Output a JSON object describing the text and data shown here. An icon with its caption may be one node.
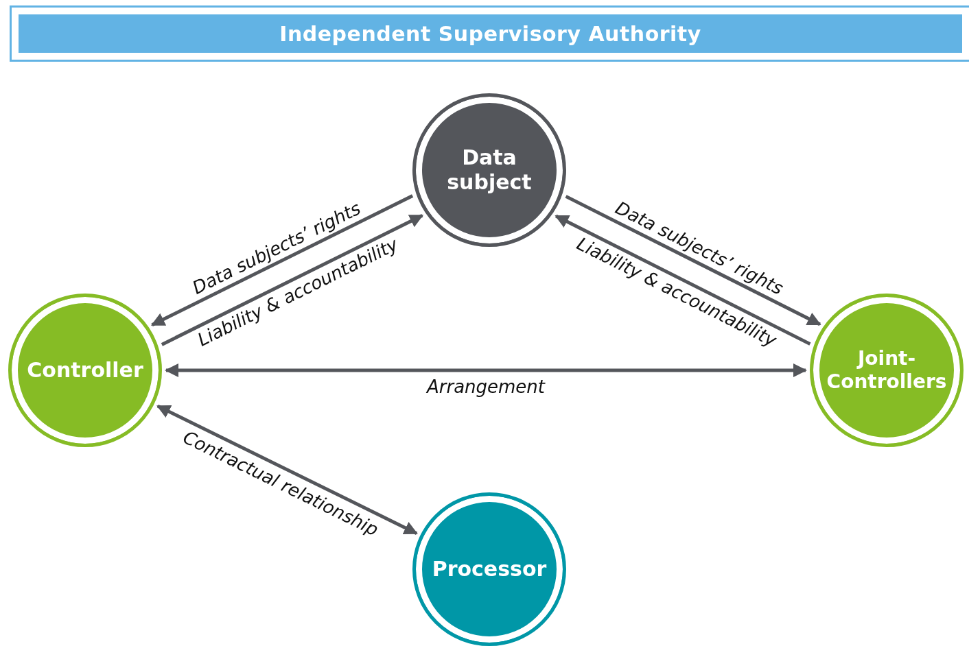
{
  "diagram": {
    "nodes": [
      {
        "text": [
          "Independent Supervisory Authority"
        ]
      },
      {
        "text": [
          "Data subject"
        ]
      },
      {
        "text": [
          "Controller"
        ]
      },
      {
        "text": [
          "Joint-Controllers"
        ]
      },
      {
        "text": [
          "Processor"
        ]
      }
    ],
    "edges": [
      {
        "from": 1,
        "to": 2,
        "arrow": "to",
        "label": "Data subjects’ rights"
      },
      {
        "from": 2,
        "to": 1,
        "arrow": "to",
        "label": "Liability & accountability"
      },
      {
        "from": 1,
        "to": 3,
        "arrow": "to",
        "label": "Data subjects’ rights"
      },
      {
        "from": 3,
        "to": 1,
        "arrow": "to",
        "label": "Liability & accountability"
      },
      {
        "from": 2,
        "to": 3,
        "arrow": "both",
        "label": "Arrangement"
      },
      {
        "from": 2,
        "to": 4,
        "arrow": "both",
        "label": "Contractual relationship"
      }
    ]
  }
}
